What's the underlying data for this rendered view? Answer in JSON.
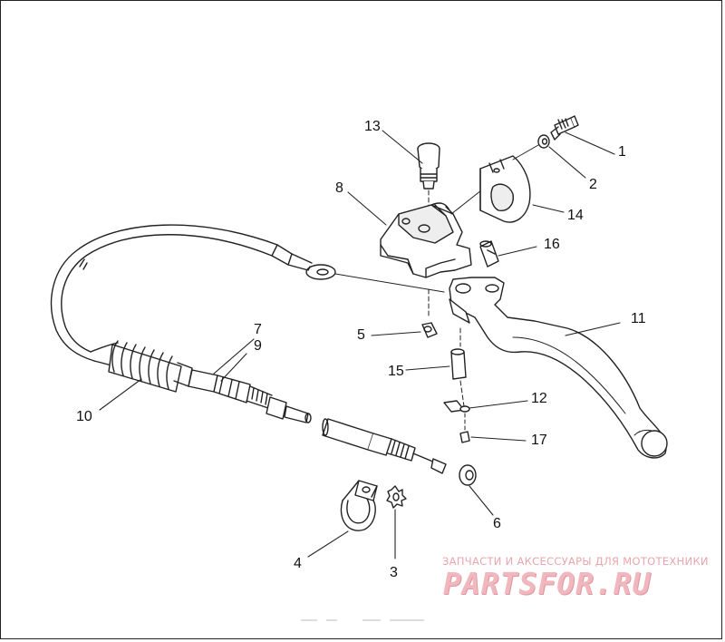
{
  "callouts": {
    "c1": "1",
    "c2": "2",
    "c3": "3",
    "c4": "4",
    "c5": "5",
    "c6": "6",
    "c7": "7",
    "c8": "8",
    "c9": "9",
    "c10": "10",
    "c11": "11",
    "c12": "12",
    "c13": "13",
    "c14": "14",
    "c15": "15",
    "c16": "16",
    "c17": "17"
  },
  "watermark": {
    "tagline": "ЗАПЧАСТИ И АКСЕССУАРЫ ДЛЯ МОТОТЕХНИКИ",
    "brand": "PARTSFOR.RU"
  },
  "colors": {
    "line": "#222222",
    "shade": "#d8d8d8",
    "watermark": "#f0b8be"
  }
}
